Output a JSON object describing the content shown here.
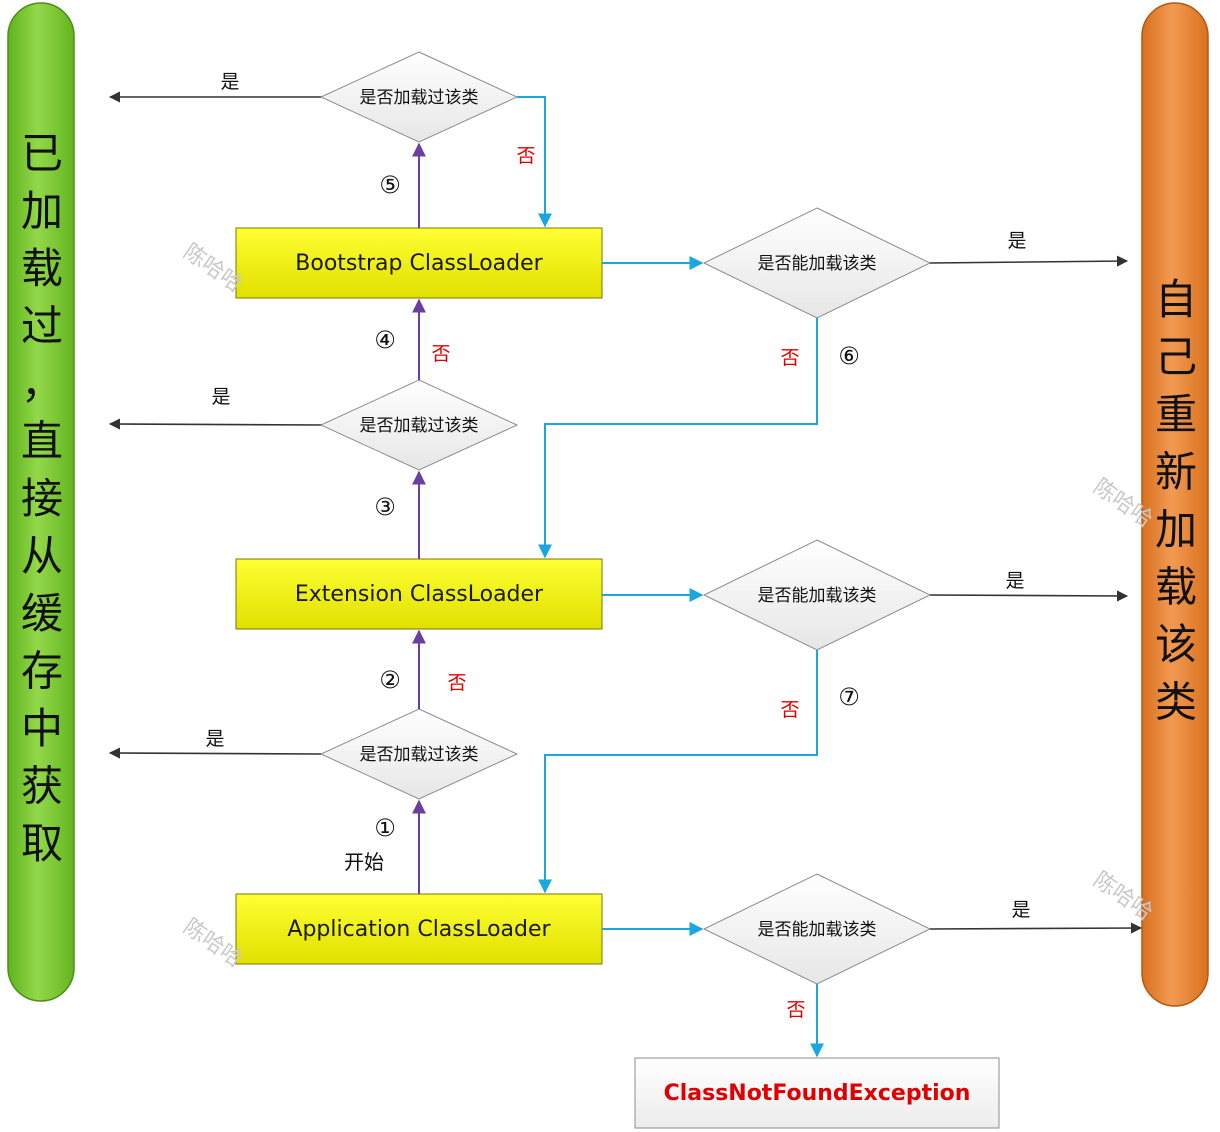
{
  "pillars": {
    "left_label": "已加载过，直接从缓存中获取",
    "right_label": "自己重新加载该类",
    "left_color": "#7ccb2c",
    "right_color": "#e8883a"
  },
  "loaders": {
    "bootstrap": "Bootstrap ClassLoader",
    "extension": "Extension ClassLoader",
    "application": "Application ClassLoader",
    "fill_color": "#f2f200"
  },
  "decisions": {
    "loaded_check": "是否加载过该类",
    "can_load_check": "是否能加载该类"
  },
  "labels": {
    "yes": "是",
    "no": "否",
    "start": "开始"
  },
  "steps": [
    "①",
    "②",
    "③",
    "④",
    "⑤",
    "⑥",
    "⑦"
  ],
  "exception": {
    "label": "ClassNotFoundException",
    "color": "#e00000"
  },
  "watermark": "陈哈哈",
  "colors": {
    "delegate_arrow": "#6b3fa0",
    "load_arrow": "#1aa7e0",
    "result_arrow": "#333333"
  }
}
